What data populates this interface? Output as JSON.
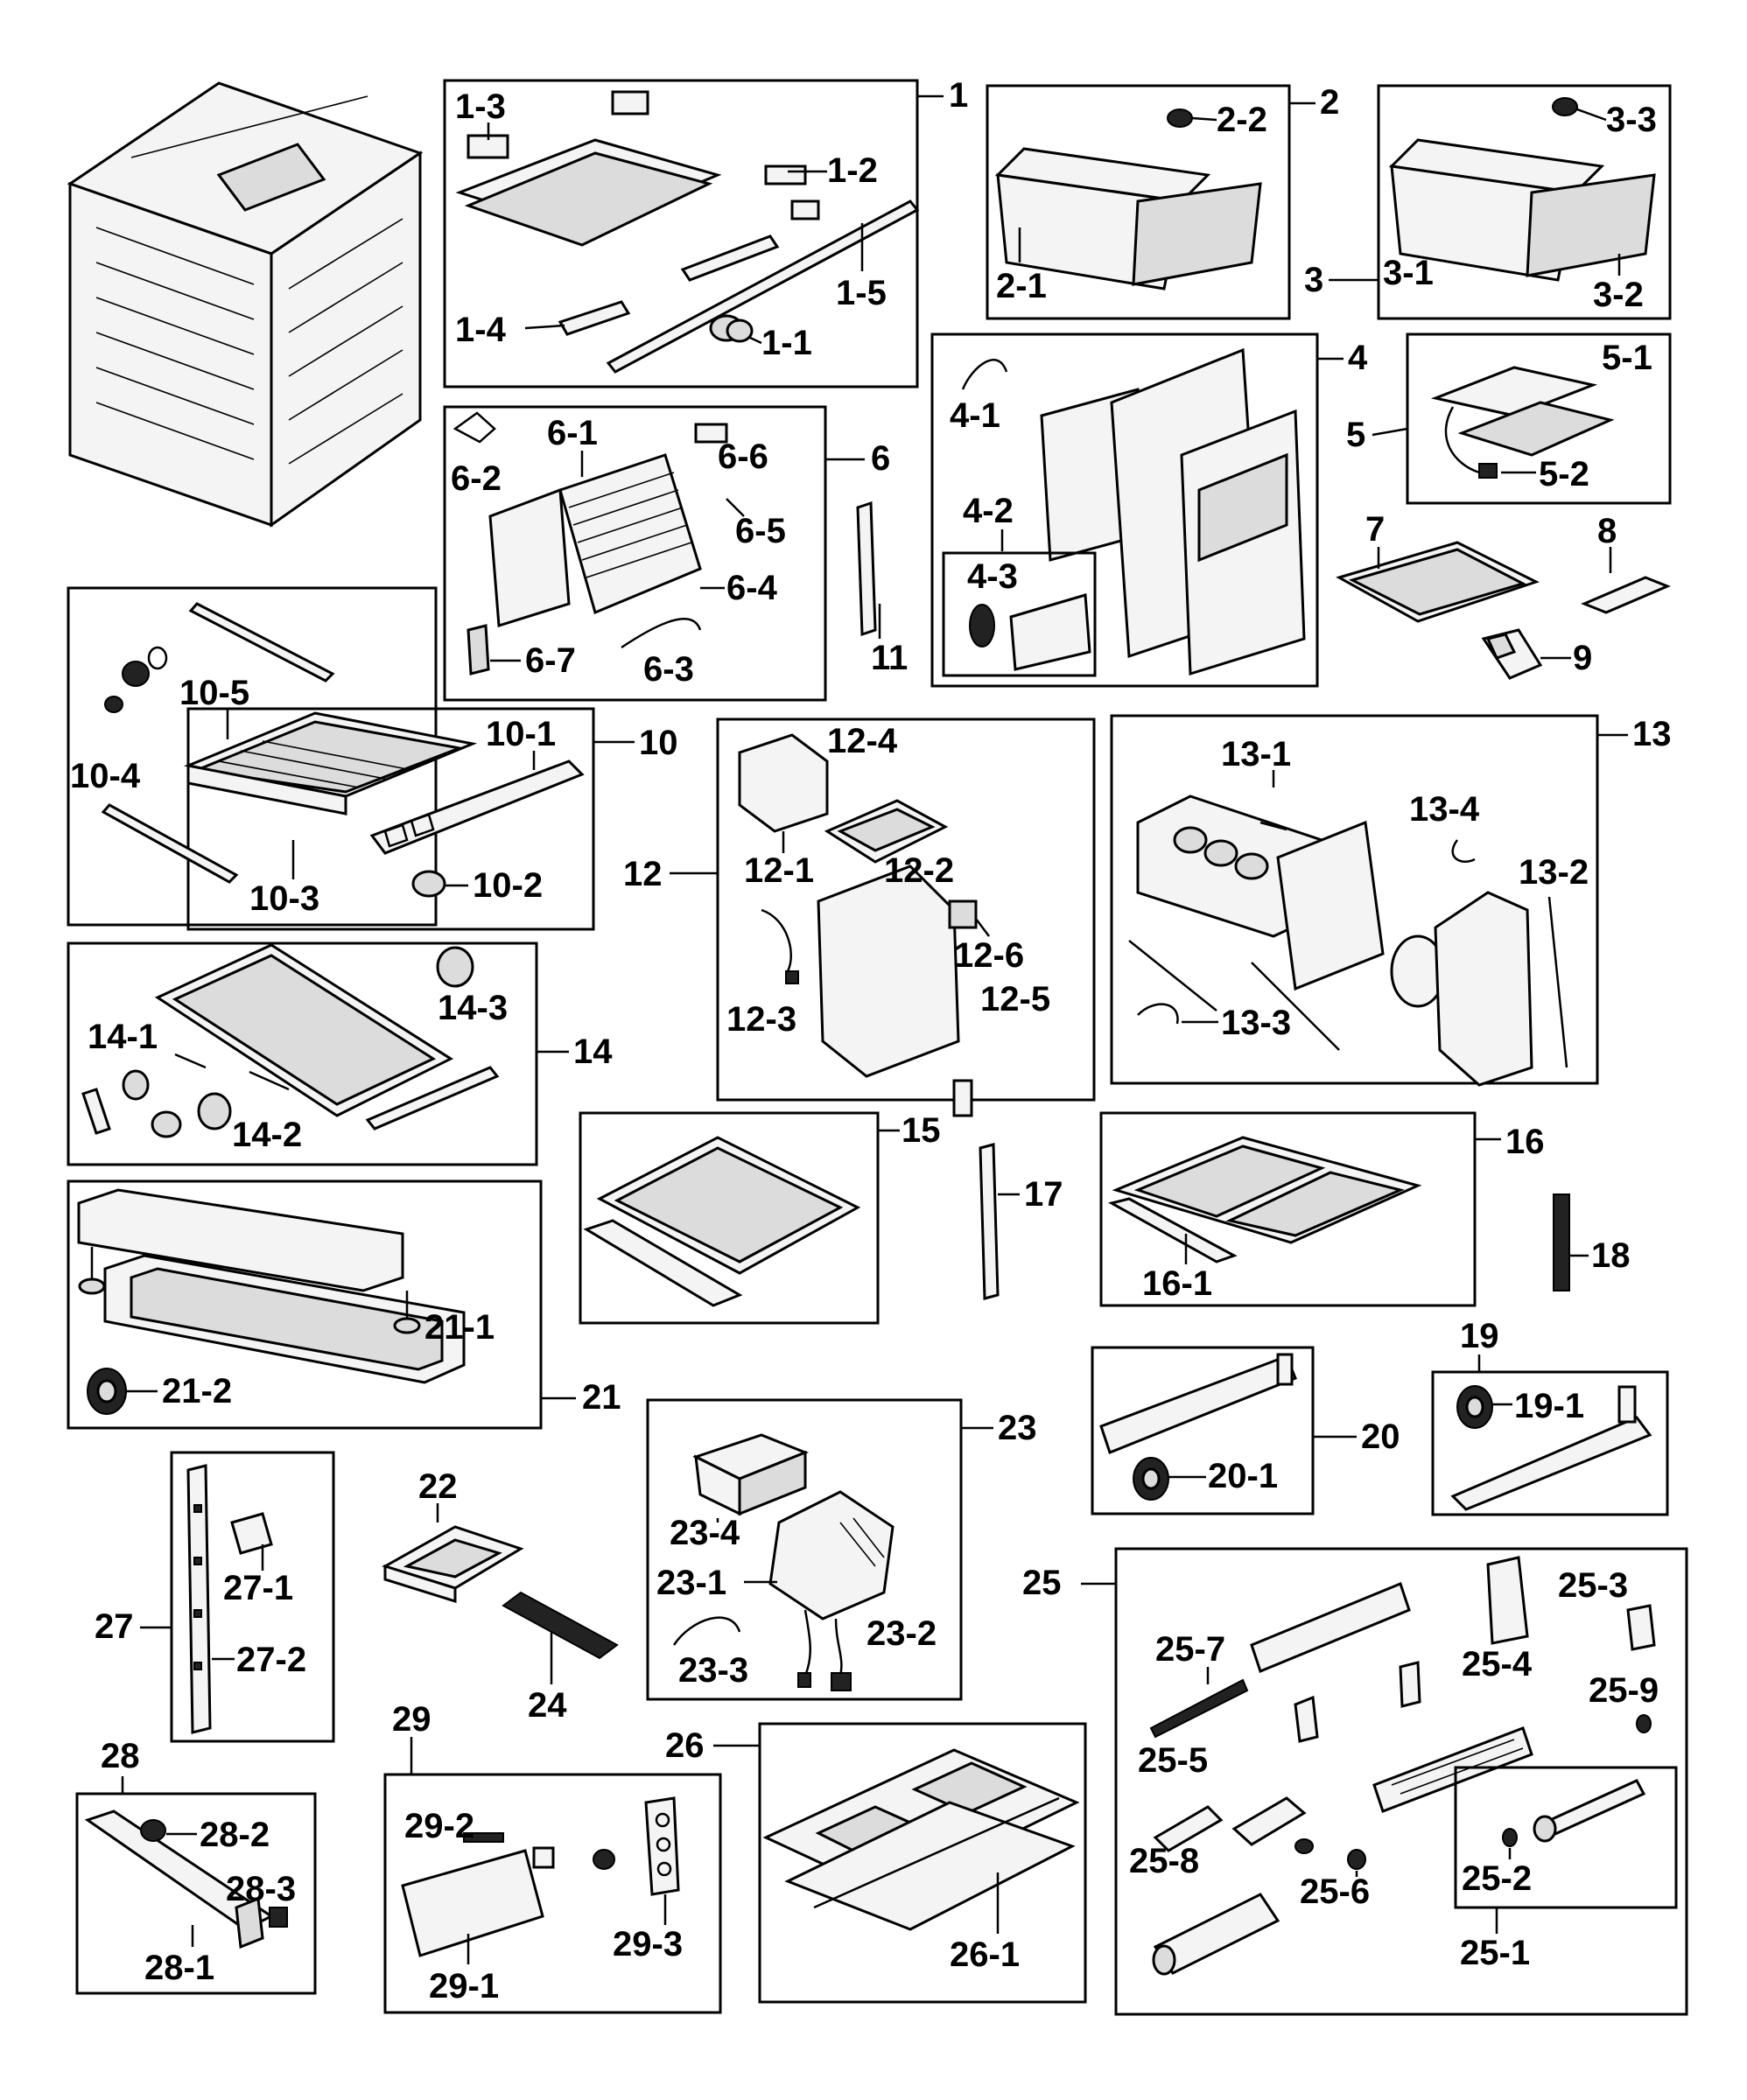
{
  "labels": {
    "g1": "1",
    "p1_1": "1-1",
    "p1_2": "1-2",
    "p1_3": "1-3",
    "p1_4": "1-4",
    "p1_5": "1-5",
    "g2": "2",
    "p2_1": "2-1",
    "p2_2": "2-2",
    "g3": "3",
    "p3_1": "3-1",
    "p3_2": "3-2",
    "p3_3": "3-3",
    "g4": "4",
    "p4_1": "4-1",
    "p4_2": "4-2",
    "p4_3": "4-3",
    "g5": "5",
    "p5_1": "5-1",
    "p5_2": "5-2",
    "g6": "6",
    "p6_1": "6-1",
    "p6_2": "6-2",
    "p6_3": "6-3",
    "p6_4": "6-4",
    "p6_5": "6-5",
    "p6_6": "6-6",
    "p6_7": "6-7",
    "g7": "7",
    "g8": "8",
    "g9": "9",
    "g10": "10",
    "p10_1": "10-1",
    "p10_2": "10-2",
    "p10_3": "10-3",
    "p10_4": "10-4",
    "p10_5": "10-5",
    "g11": "11",
    "g12": "12",
    "p12_1": "12-1",
    "p12_2": "12-2",
    "p12_3": "12-3",
    "p12_4": "12-4",
    "p12_5": "12-5",
    "p12_6": "12-6",
    "g13": "13",
    "p13_1": "13-1",
    "p13_2": "13-2",
    "p13_3": "13-3",
    "p13_4": "13-4",
    "g14": "14",
    "p14_1": "14-1",
    "p14_2": "14-2",
    "p14_3": "14-3",
    "g15": "15",
    "g16": "16",
    "p16_1": "16-1",
    "g17": "17",
    "g18": "18",
    "g19": "19",
    "p19_1": "19-1",
    "g20": "20",
    "p20_1": "20-1",
    "g21": "21",
    "p21_1": "21-1",
    "p21_2": "21-2",
    "g22": "22",
    "g23": "23",
    "p23_1": "23-1",
    "p23_2": "23-2",
    "p23_3": "23-3",
    "p23_4": "23-4",
    "g24": "24",
    "g25": "25",
    "p25_1": "25-1",
    "p25_2": "25-2",
    "p25_3": "25-3",
    "p25_4": "25-4",
    "p25_5": "25-5",
    "p25_6": "25-6",
    "p25_7": "25-7",
    "p25_8": "25-8",
    "p25_9": "25-9",
    "g26": "26",
    "p26_1": "26-1",
    "g27": "27",
    "p27_1": "27-1",
    "p27_2": "27-2",
    "g28": "28",
    "p28_1": "28-1",
    "p28_2": "28-2",
    "p28_3": "28-3",
    "g29": "29",
    "p29_1": "29-1",
    "p29_2": "29-2",
    "p29_3": "29-3"
  }
}
